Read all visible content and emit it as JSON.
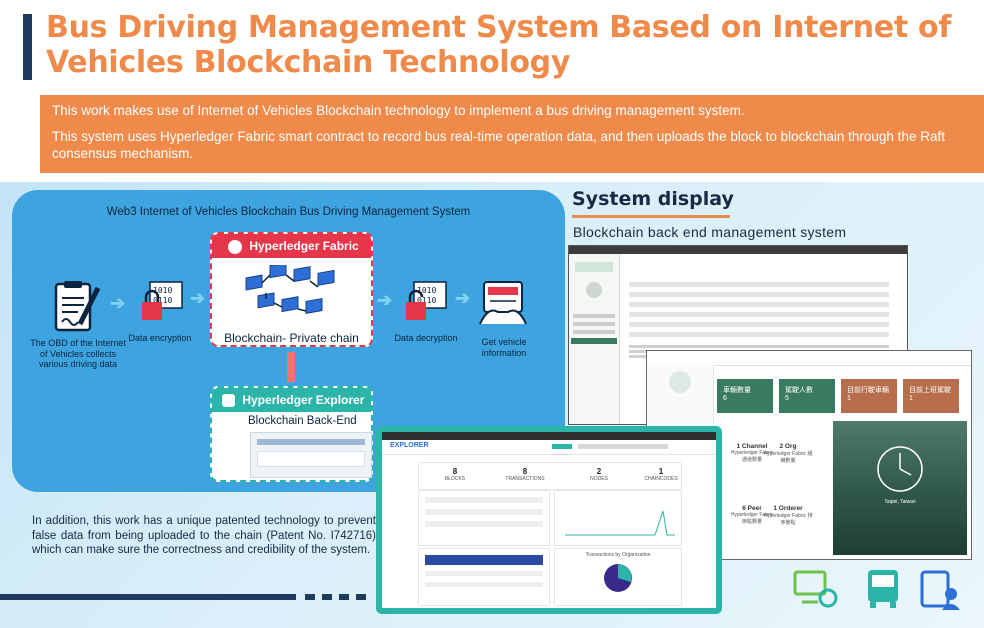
{
  "title": "Bus Driving Management System Based on Internet of Vehicles Blockchain Technology",
  "intro": {
    "line1": "This work makes use of Internet of Vehicles Blockchain technology to implement a bus driving management system.",
    "line2": "This system uses Hyperledger Fabric smart contract to record bus real-time operation data, and then uploads the block to blockchain through the Raft consensus mechanism."
  },
  "diagram": {
    "title": "Web3 Internet of Vehicles Blockchain Bus Driving Management System",
    "obd_label": "The OBD of the Internet of Vehicles collects various driving data",
    "encryption_label": "Data encryption",
    "fabric_header": "Hyperledger Fabric",
    "fabric_caption": "Blockchain- Private chain",
    "decryption_label": "Data decryption",
    "info_label": "Get vehicle information",
    "explorer_header": "Hyperledger Explorer",
    "explorer_caption": "Blockchain Back-End"
  },
  "bottom_text": "In addition, this work has a unique patented technology to prevent false data from being uploaded to the chain (Patent No. I742716) which can make sure the correctness and credibility of the system.",
  "system_display": {
    "title": "System display",
    "subtitle": "Blockchain back end management system"
  },
  "explorer_screen": {
    "stats": [
      {
        "value": "8",
        "label": "BLOCKS"
      },
      {
        "value": "8",
        "label": "TRANSACTIONS"
      },
      {
        "value": "2",
        "label": "NODES"
      },
      {
        "value": "1",
        "label": "CHAINCODES"
      }
    ],
    "pie_title": "Transactions by Organization",
    "logo_text": "EXPLORER"
  },
  "dashboard_screen": {
    "tiles": [
      "車輛數量\n6",
      "駕駛人數\n5",
      "目前行駛車輛\n1",
      "目前上班駕駛\n1"
    ],
    "cards": [
      {
        "title": "1 Channel",
        "sub": "Hyperledger Fabric 通道數量"
      },
      {
        "title": "2 Org",
        "sub": "Hyperledger Fabric 組織數量"
      },
      {
        "title": "6 Peer",
        "sub": "Hyperledger Fabric 節點數量"
      },
      {
        "title": "1 Orderer",
        "sub": "Hyperledger Fabric 排序節點"
      }
    ],
    "clock_caption": "Taipei, Taiwan"
  },
  "colors": {
    "accent": "#ef8a4a",
    "navy": "#1e3a5c",
    "fabric": "#e6374a",
    "explorer": "#2bb5a8",
    "green": "#3a7b5f"
  }
}
